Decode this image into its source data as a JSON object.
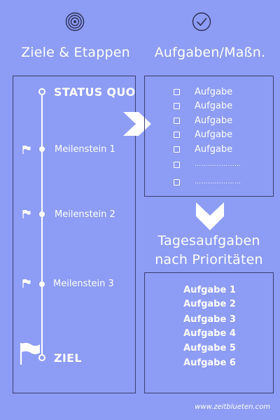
{
  "colors": {
    "background": "#8d9cf4",
    "foreground": "#ffffff",
    "box_border": "#3a3f6e"
  },
  "headers": {
    "left_title": "Ziele & Etappen",
    "right_title": "Aufgaben/Maßn.",
    "left_icon": "target-icon",
    "right_icon": "checkmark-circle-icon"
  },
  "timeline": {
    "start_label": "STATUS QUO",
    "milestones": [
      "Meilenstein 1",
      "Meilenstein 2",
      "Meilenstein 3"
    ],
    "end_label": "ZIEL",
    "milestone_icon": "flag-icon",
    "goal_icon": "large-flag-icon"
  },
  "tasks": {
    "items": [
      "Aufgabe",
      "Aufgabe",
      "Aufgabe",
      "Aufgabe",
      "Aufgabe",
      "…………………",
      "…………………"
    ]
  },
  "daily_section": {
    "title_line1": "Tagesaufgaben",
    "title_line2": "nach Prioritäten",
    "items": [
      "Aufgabe 1",
      "Aufgabe 2",
      "Aufgabe 3",
      "Aufgabe 4",
      "Aufgabe 5",
      "Aufgabe 6"
    ]
  },
  "arrows": {
    "right_arrow": "chevron-right-icon",
    "down_arrow": "chevron-down-icon"
  },
  "footer": {
    "url": "www.zeitblueten.com"
  }
}
